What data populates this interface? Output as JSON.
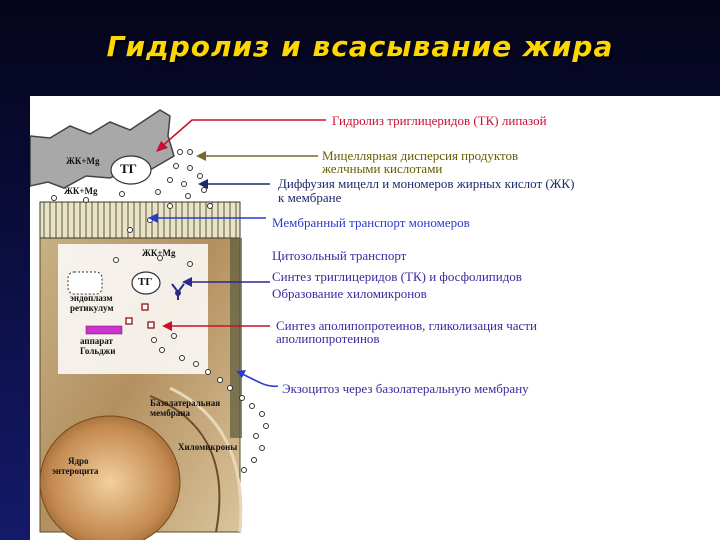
{
  "title": "Гидролиз и всасывание жира",
  "labels": {
    "hydrolysis": "Гидролиз триглицеридов (ТК) липазой",
    "micellar_1": "Мицеллярная дисперсия продуктов",
    "micellar_2": "желчными кислотами",
    "diffusion_1": "Диффузия мицелл и мономеров жирных кислот (ЖК)",
    "diffusion_2": "к мембране",
    "membrane_transport": "Мембранный транспорт мономеров",
    "cytosol_transport": "Цитозольный транспорт",
    "synthesis_tg": "Синтез триглицеридов (ТК) и фосфолипидов",
    "chylomicron_formation": "Образование хиломикронов",
    "apoprotein_1": "Синтез аполипопротеинов, гликолизация части",
    "apoprotein_2": "аполипопротеинов",
    "exocytosis": "Экзоцитоз через базолатеральную мембрану"
  },
  "diagram": {
    "fa_mg_1": "ЖК+Mg",
    "tg_1": "ТГ",
    "fa_mg_2": "ЖК+Mg",
    "fa_mg_3": "ЖК+Mg",
    "tg_2": "ТГ",
    "er_1": "эндоплазм",
    "er_2": "ретикулум",
    "golgi_1": "аппарат",
    "golgi_2": "Гольджи",
    "basolateral_1": "Базолатеральная",
    "basolateral_2": "мембрана",
    "chylomicrons": "Хиломикроны",
    "nucleus_1": "Ядро",
    "nucleus_2": "энтероцита"
  },
  "colors": {
    "title": "#ffd700",
    "hydrolysis": "#c8102e",
    "micellar": "#6b5a00",
    "diffusion": "#1a2a6a",
    "membrane": "#2a3ad0",
    "purple": "#3a2aa0",
    "golgi": "#cc33cc"
  }
}
